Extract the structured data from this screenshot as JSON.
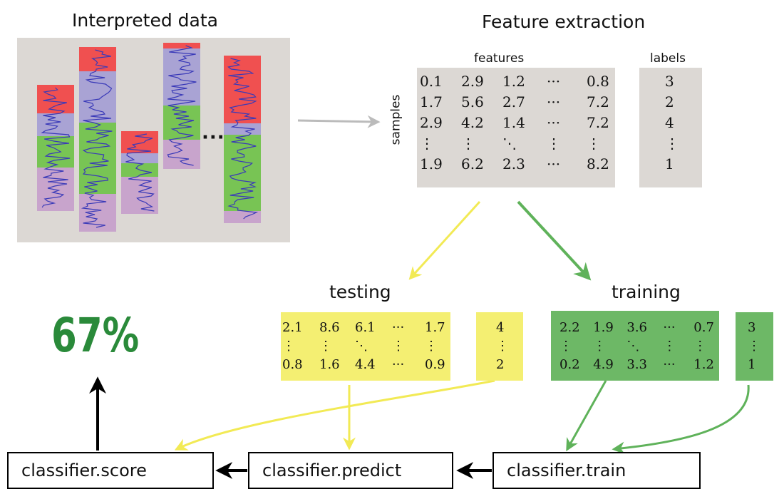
{
  "titles": {
    "interpreted": "Interpreted data",
    "feature_extraction": "Feature extraction",
    "testing": "testing",
    "training": "training"
  },
  "matrix_labels": {
    "features": "features",
    "labels": "labels",
    "samples": "samples"
  },
  "ellipsis": "···",
  "features_matrix": [
    [
      "0.1",
      "2.9",
      "1.2",
      "···",
      "0.8"
    ],
    [
      "1.7",
      "5.6",
      "2.7",
      "···",
      "7.2"
    ],
    [
      "2.9",
      "4.2",
      "1.4",
      "···",
      "7.2"
    ],
    [
      "⋮",
      "⋮",
      "⋱",
      "⋮",
      "⋮"
    ],
    [
      "1.9",
      "6.2",
      "2.3",
      "···",
      "8.2"
    ]
  ],
  "labels_col": [
    "3",
    "2",
    "4",
    "⋮",
    "1"
  ],
  "testing_matrix": [
    [
      "2.1",
      "8.6",
      "6.1",
      "···",
      "1.7"
    ],
    [
      "⋮",
      "⋮",
      "⋱",
      "⋮",
      "⋮"
    ],
    [
      "0.8",
      "1.6",
      "4.4",
      "···",
      "0.9"
    ]
  ],
  "testing_labels": [
    "4",
    "⋮",
    "2"
  ],
  "training_matrix": [
    [
      "2.2",
      "1.9",
      "3.6",
      "···",
      "0.7"
    ],
    [
      "⋮",
      "⋮",
      "⋱",
      "⋮",
      "⋮"
    ],
    [
      "0.2",
      "4.9",
      "3.3",
      "···",
      "1.2"
    ]
  ],
  "training_labels": [
    "3",
    "⋮",
    "1"
  ],
  "score": "67%",
  "boxes": {
    "score": "classifier.score",
    "predict": "classifier.predict",
    "train": "classifier.train"
  },
  "colors": {
    "panel_gray": "#dcd8d4",
    "yellow": "#f4ef72",
    "green": "#6db866",
    "red": "#f05050",
    "lavender": "#a9a3d4",
    "seg_green": "#78c454",
    "mauve": "#c8a4cc",
    "arrow_yellow": "#f2ea55",
    "arrow_green": "#5fb25a",
    "arrow_gray": "#bbbbbb"
  },
  "icons": {
    "signal_strips": "signal-strip-icon",
    "arrows": "arrow-icon"
  }
}
